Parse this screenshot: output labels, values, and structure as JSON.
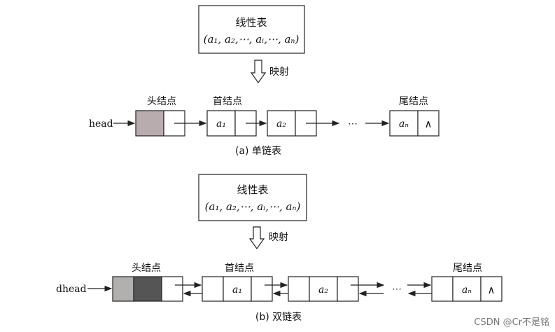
{
  "singly": {
    "list_title": "线性表",
    "list_seq": "(a₁, a₂,⋯, aᵢ,⋯, aₙ)",
    "map_label": "映射",
    "head_var": "head",
    "head_node_label": "头结点",
    "first_node_label": "首结点",
    "tail_node_label": "尾结点",
    "node1": "a₁",
    "node2": "a₂",
    "ellipsis": "⋯",
    "noden": "aₙ",
    "null_mark": "∧",
    "caption": "(a) 单链表"
  },
  "doubly": {
    "list_title": "线性表",
    "list_seq": "(a₁, a₂,⋯, aᵢ,⋯, aₙ)",
    "map_label": "映射",
    "head_var": "dhead",
    "head_node_label": "头结点",
    "first_node_label": "首结点",
    "tail_node_label": "尾结点",
    "node1": "a₁",
    "node2": "a₂",
    "ellipsis": "⋯",
    "noden": "aₙ",
    "null_mark": "∧",
    "caption": "(b) 双链表"
  },
  "watermark": "CSDN @Cr不是铭",
  "colors": {
    "head_light": "#b8acae",
    "head_light2": "#b2b0ae",
    "head_dark": "#555555"
  }
}
